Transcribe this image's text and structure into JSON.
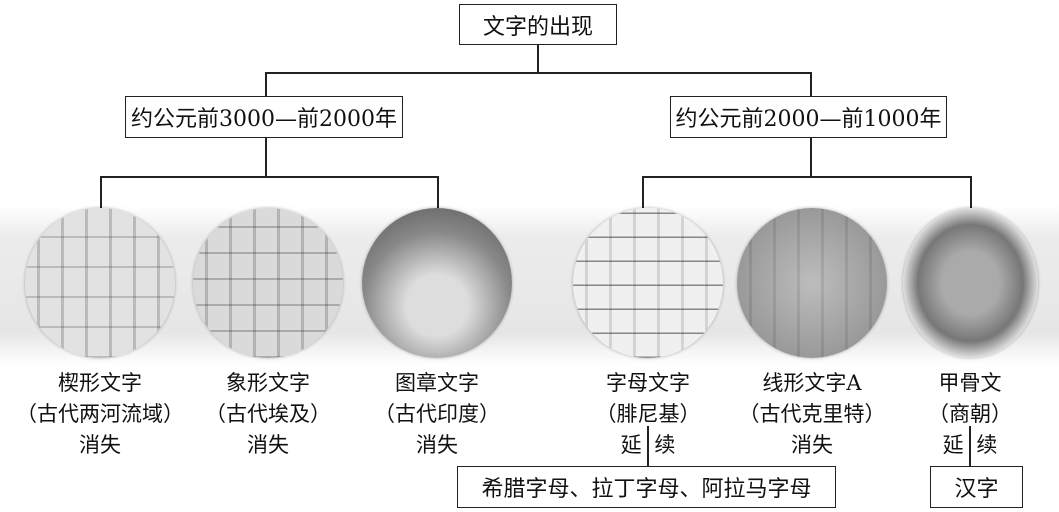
{
  "root": "文字的出现",
  "periods": [
    {
      "label": "约公元前3000—前2000年"
    },
    {
      "label": "约公元前2000—前1000年"
    }
  ],
  "scripts": [
    {
      "name": "楔形文字",
      "region": "（古代两河流域）",
      "fate": "消失"
    },
    {
      "name": "象形文字",
      "region": "（古代埃及）",
      "fate": "消失"
    },
    {
      "name": "图章文字",
      "region": "（古代印度）",
      "fate": "消失"
    },
    {
      "name": "字母文字",
      "region": "（腓尼基）",
      "fate": "延 续"
    },
    {
      "name": "线形文字A",
      "region": "（古代克里特）",
      "fate": "消失"
    },
    {
      "name": "甲骨文",
      "region": "（商朝）",
      "fate": "延 续"
    }
  ],
  "descendants": [
    {
      "label": "希腊字母、拉丁字母、阿拉马字母"
    },
    {
      "label": "汉字"
    }
  ]
}
